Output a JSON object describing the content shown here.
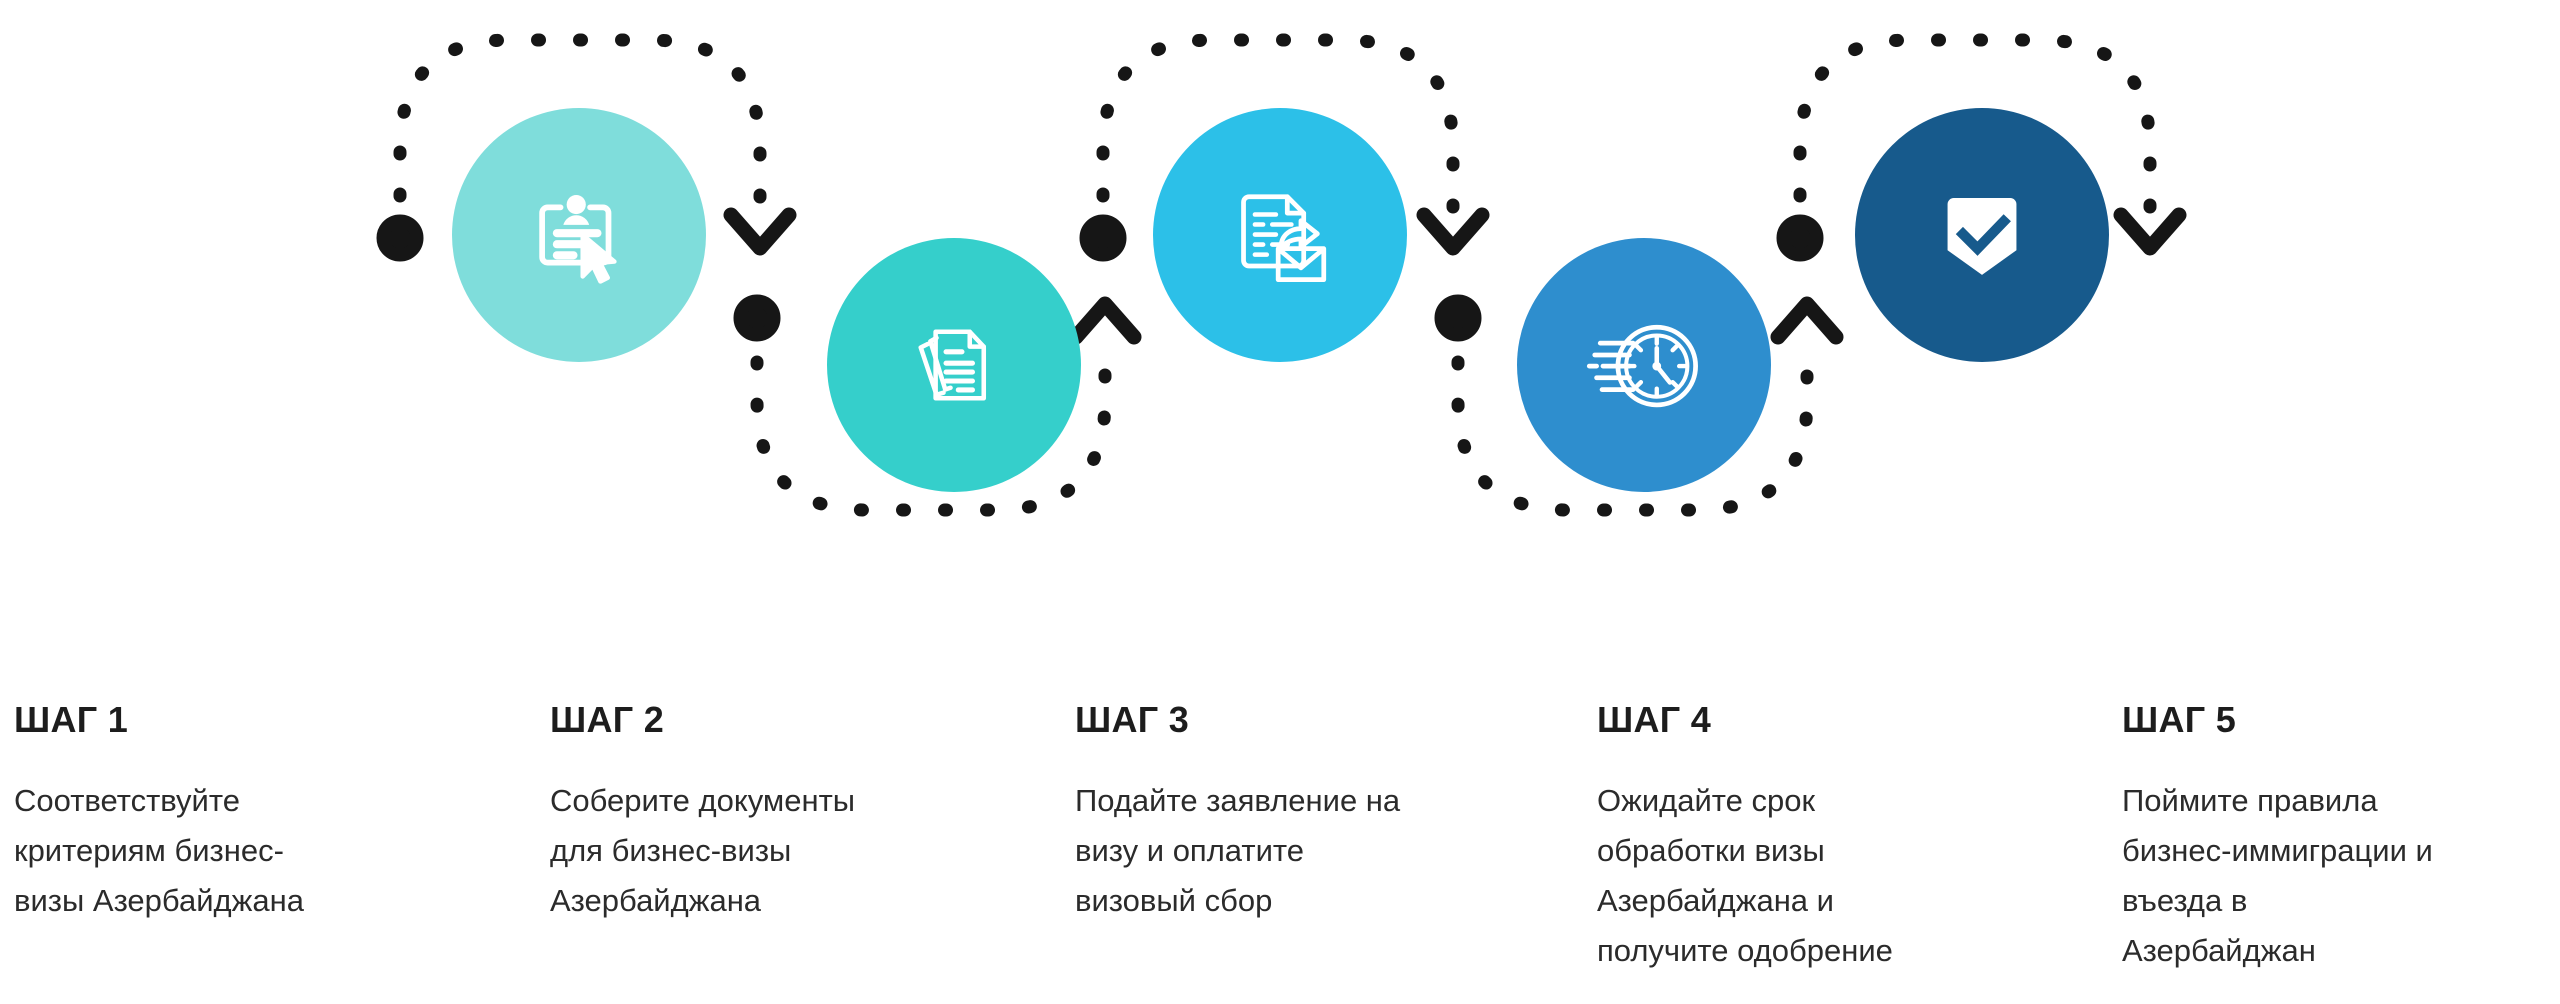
{
  "diagram": {
    "title_semantic": "visa-application-process-steps",
    "background_color": "#ffffff",
    "connector_color": "#161616"
  },
  "steps": [
    {
      "number": 1,
      "title": "ШАГ 1",
      "icon_name": "id-card-cursor-icon",
      "circle_color": "#7FDDDB",
      "icon_color": "#ffffff",
      "description_lines": [
        "Соответствуйте",
        "критериям бизнес-",
        "визы Азербайджана"
      ]
    },
    {
      "number": 2,
      "title": "ШАГ 2",
      "icon_name": "documents-stack-icon",
      "circle_color": "#35CFCB",
      "icon_color": "#ffffff",
      "description_lines": [
        "Соберите документы",
        "для бизнес-визы",
        "Азербайджана"
      ]
    },
    {
      "number": 3,
      "title": "ШАГ 3",
      "icon_name": "document-send-mail-icon",
      "circle_color": "#2CC0E8",
      "icon_color": "#ffffff",
      "description_lines": [
        "Подайте заявление на",
        "визу и оплатите",
        "визовый сбор"
      ]
    },
    {
      "number": 4,
      "title": "ШАГ 4",
      "icon_name": "fast-clock-icon",
      "circle_color": "#2E8ECE",
      "icon_color": "#ffffff",
      "description_lines": [
        "Ожидайте срок",
        "обработки визы",
        "Азербайджана и",
        "получите одобрение"
      ]
    },
    {
      "number": 5,
      "title": "ШАГ 5",
      "icon_name": "shield-check-icon",
      "circle_color": "#175A8C",
      "icon_color": "#ffffff",
      "description_lines": [
        "Поймите правила",
        "бизнес-иммиграции и",
        "въезда в",
        "Азербайджан"
      ]
    }
  ],
  "connectors": [
    {
      "name": "connector-1-over",
      "direction": "arc-over",
      "start_marker": "dot",
      "end_marker": "chevron-down"
    },
    {
      "name": "connector-2-under",
      "direction": "arc-under",
      "start_marker": "dot",
      "end_marker": "chevron-up"
    },
    {
      "name": "connector-3-over",
      "direction": "arc-over",
      "start_marker": "dot",
      "end_marker": "chevron-down"
    },
    {
      "name": "connector-4-under",
      "direction": "arc-under",
      "start_marker": "dot",
      "end_marker": "chevron-up"
    },
    {
      "name": "connector-5-over",
      "direction": "arc-over",
      "start_marker": "dot",
      "end_marker": "chevron-down"
    }
  ]
}
